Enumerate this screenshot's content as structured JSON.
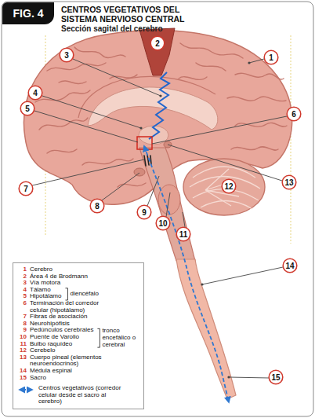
{
  "diagram": {
    "title": "CENTROS VEGETATIVOS DEL SISTEMA NERVIOSO CENTRAL",
    "nodes": [
      {
        "text": [
          "FIG. 4"
        ]
      },
      {
        "text": [
          "2"
        ]
      },
      {
        "text": [
          "3"
        ]
      },
      {
        "text": [
          "1"
        ]
      },
      {
        "text": [
          "4"
        ]
      },
      {
        "text": [
          "5"
        ]
      },
      {
        "text": [
          "6"
        ]
      },
      {
        "text": [
          "7"
        ]
      },
      {
        "text": [
          "12"
        ]
      },
      {
        "text": [
          "13"
        ]
      },
      {
        "text": [
          "8"
        ]
      },
      {
        "text": [
          "9"
        ]
      },
      {
        "text": [
          "10"
        ]
      },
      {
        "text": [
          "11"
        ]
      },
      {
        "text": [
          "14"
        ]
      },
      {
        "text": [
          "15"
        ]
      }
    ],
    "labels": [
      "Sección sagital del cerebro",
      "1",
      "Cerebro",
      "2",
      "Área 4 de Brodmann",
      "3",
      "Vía motora",
      "4",
      "Tálamo",
      "5",
      "Hipotálamo",
      "6",
      "Terminación del corredor celular (hipotálamo)",
      "7",
      "Fibras de asociación",
      "8",
      "Neurohipófisis",
      "9",
      "Pedúnculos cerebrales",
      "10",
      "Puente de Varolio",
      "11",
      "Bulbo raquídeo",
      "12",
      "Cerebelo",
      "13",
      "Cuerpo pineal (elementos neuroendocrinos)",
      "14",
      "Médula espinal",
      "15",
      "Sacro",
      "diencéfalo",
      "tronco encefálico o cerebral"
    ],
    "legend": [
      {
        "text": "Centros vegetativos (corredor celular desde el sacro al cerebro)"
      }
    ]
  }
}
